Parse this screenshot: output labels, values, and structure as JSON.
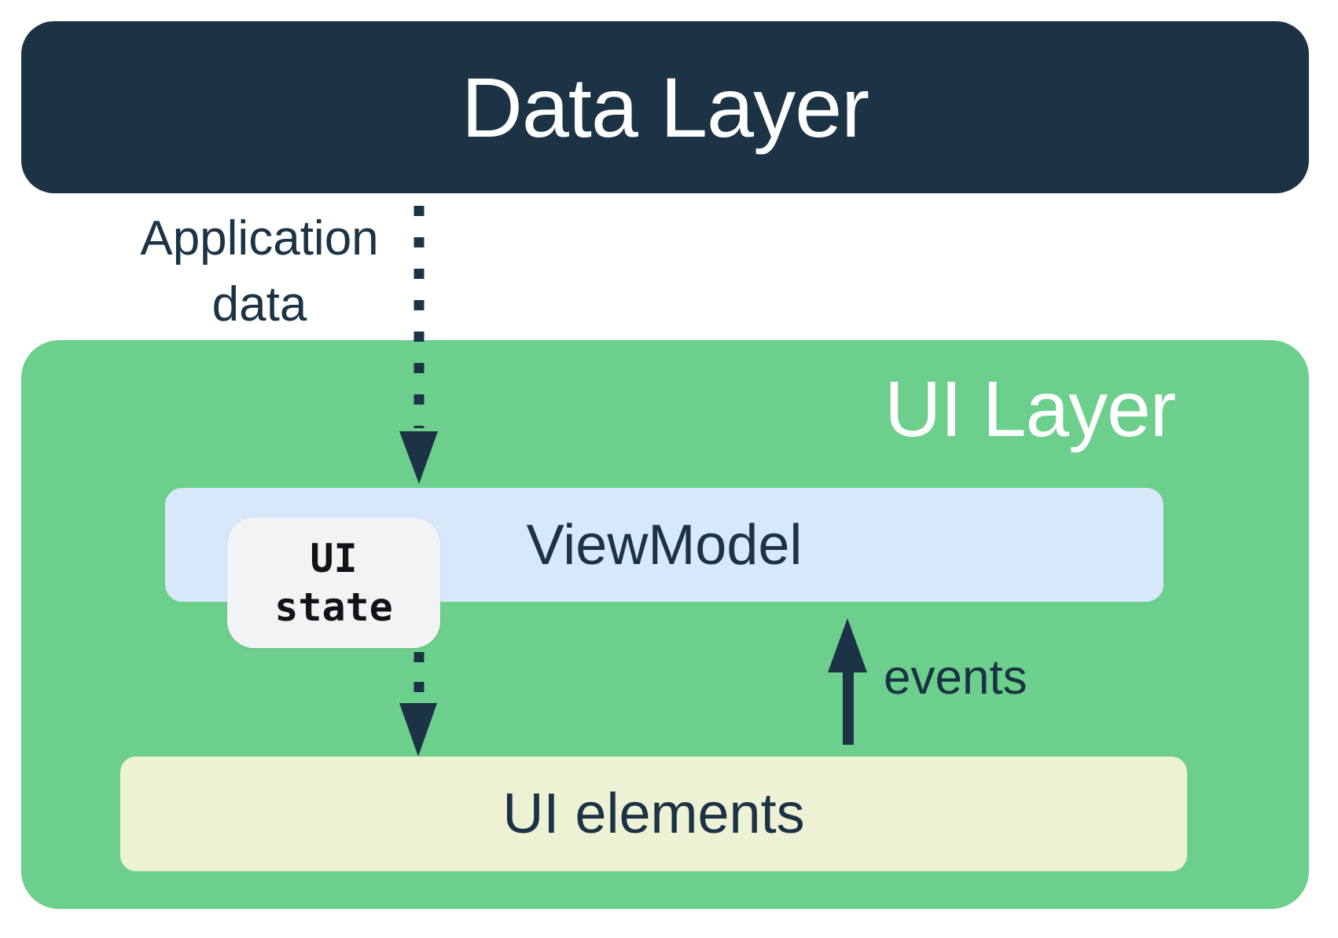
{
  "colors": {
    "navy": "#1B3345",
    "green": "#6CD08C",
    "blue": "#D7E8FB",
    "yellow": "#EDF2D4",
    "gray": "#F1F3F4",
    "white": "#FFFFFF",
    "ink": "#101418"
  },
  "diagram": {
    "data_layer": {
      "label": "Data Layer"
    },
    "ui_layer": {
      "label": "UI Layer"
    },
    "viewmodel": {
      "label": "ViewModel"
    },
    "ui_state": {
      "label": "UI state"
    },
    "ui_elements": {
      "label": "UI elements"
    },
    "flows": {
      "application_data": {
        "label": "Application data"
      },
      "events": {
        "label": "events"
      }
    }
  }
}
